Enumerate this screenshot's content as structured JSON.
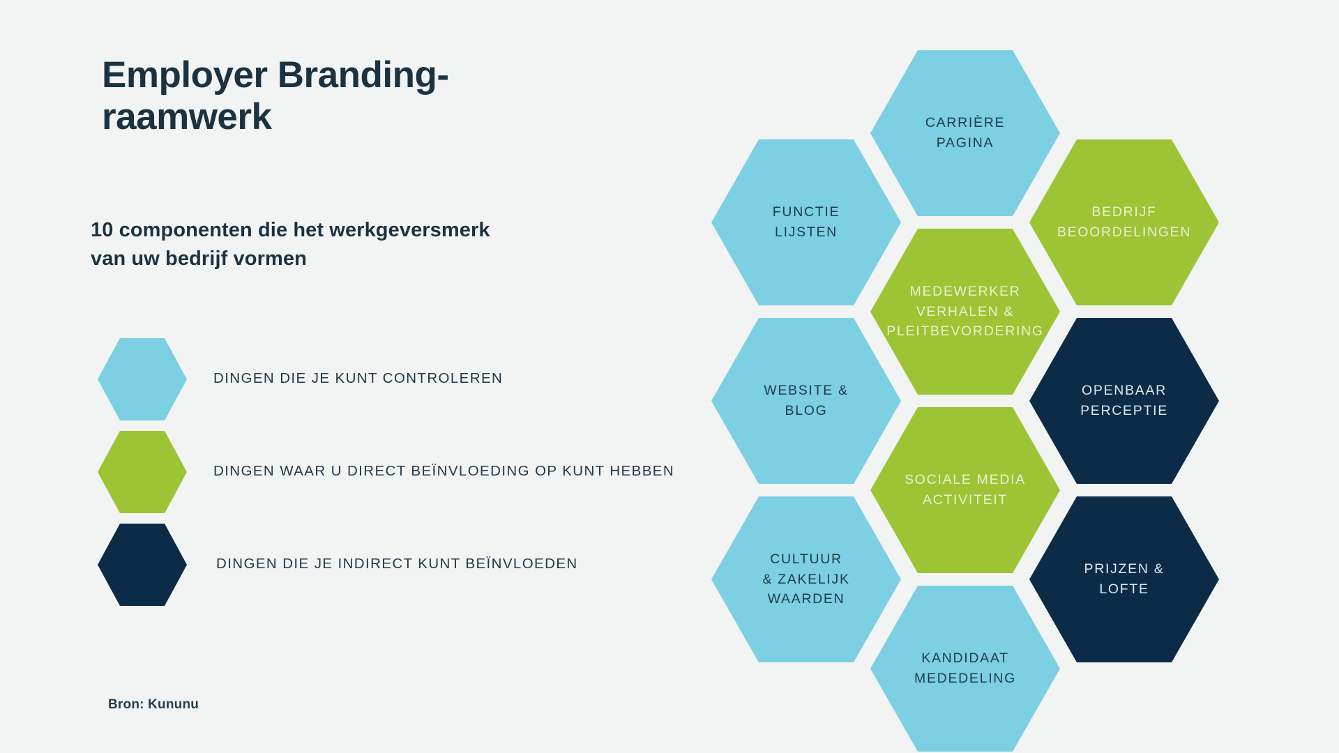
{
  "slide": {
    "background_color": "#f2f4f3",
    "title": "Employer Branding-\nraamwerk",
    "title_line1": "Employer Branding-",
    "title_line2": "raamwerk",
    "subtitle_line1": "10 componenten die het werkgeversmerk",
    "subtitle_line2": "van uw bedrijf vormen",
    "source": "Bron: Kununu"
  },
  "colors": {
    "light_blue": "#7dcfe3",
    "green": "#9cc435",
    "navy": "#0c2b46",
    "dark_text": "#1f3a4b",
    "background": "#f2f4f3"
  },
  "legend": [
    {
      "color": "#7dcfe3",
      "label": "DINGEN DIE JE KUNT CONTROLEREN"
    },
    {
      "color": "#9cc435",
      "label": "DINGEN WAAR U DIRECT BEÏNVLOEDING OP KUNT HEBBEN"
    },
    {
      "color": "#0c2b46",
      "label": "DINGEN DIE JE INDIRECT KUNT BEÏNVLOEDEN"
    }
  ],
  "hexagons": [
    {
      "id": "functie-lijsten",
      "label": "FUNCTIE\nLIJSTEN",
      "category": "light_blue"
    },
    {
      "id": "carriere-pagina",
      "label": "CARRIÈRE\nPAGINA",
      "category": "light_blue"
    },
    {
      "id": "bedrijf-beoordelingen",
      "label": "BEDRIJF\nBEOORDELINGEN",
      "category": "green"
    },
    {
      "id": "medewerker-verhalen",
      "label": "MEDEWERKER\nVERHALEN &\nPLEITBEVORDERING",
      "category": "green"
    },
    {
      "id": "website-blog",
      "label": "WEBSITE &\nBLOG",
      "category": "light_blue"
    },
    {
      "id": "openbaar-perceptie",
      "label": "OPENBAAR\nPERCEPTIE",
      "category": "navy"
    },
    {
      "id": "sociale-media-activiteit",
      "label": "SOCIALE MEDIA\nACTIVITEIT",
      "category": "green"
    },
    {
      "id": "cultuur-zakelijk-waarden",
      "label": "CULTUUR\n& ZAKELIJK\nWAARDEN",
      "category": "light_blue"
    },
    {
      "id": "prijzen-lofte",
      "label": "PRIJZEN &\nLOFTE",
      "category": "navy"
    },
    {
      "id": "kandidaat-mededeling",
      "label": "KANDIDAAT\nMEDEDELING",
      "category": "light_blue"
    }
  ]
}
